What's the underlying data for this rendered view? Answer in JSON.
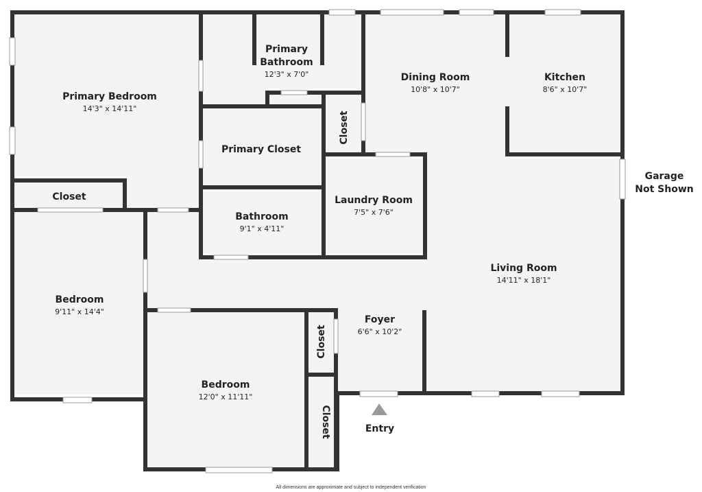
{
  "rooms": {
    "primary_bedroom": {
      "name": "Primary Bedroom",
      "dims": "14'3\" x 14'11\""
    },
    "primary_bathroom": {
      "name_line1": "Primary",
      "name_line2": "Bathroom",
      "dims": "12'3\" x 7'0\""
    },
    "dining_room": {
      "name": "Dining Room",
      "dims": "10'8\" x 10'7\""
    },
    "kitchen": {
      "name": "Kitchen",
      "dims": "8'6\" x 10'7\""
    },
    "primary_closet": {
      "name": "Primary Closet"
    },
    "hall_closet_vertical": {
      "name": "Closet"
    },
    "closet_left": {
      "name": "Closet"
    },
    "bathroom": {
      "name": "Bathroom",
      "dims": "9'1\" x 4'11\""
    },
    "laundry_room": {
      "name": "Laundry Room",
      "dims": "7'5\" x 7'6\""
    },
    "living_room": {
      "name": "Living Room",
      "dims": "14'11\" x 18'1\""
    },
    "bedroom_left": {
      "name": "Bedroom",
      "dims": "9'11\" x 14'4\""
    },
    "foyer": {
      "name": "Foyer",
      "dims": "6'6\" x 10'2\""
    },
    "closet_bedroom_upper": {
      "name": "Closet"
    },
    "bedroom_bottom": {
      "name": "Bedroom",
      "dims": "12'0\" x 11'11\""
    },
    "closet_bedroom_lower": {
      "name": "Closet"
    }
  },
  "labels": {
    "garage_line1": "Garage",
    "garage_line2": "Not Shown",
    "entry": "Entry",
    "disclaimer": "All dimensions are approximate and subject to independent verification"
  },
  "colors": {
    "wall": "#333333",
    "floor": "#f4f4f4",
    "window": "#ffffff",
    "entry_arrow": "#999999"
  }
}
